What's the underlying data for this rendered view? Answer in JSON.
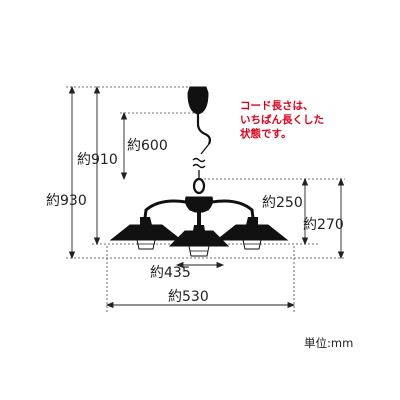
{
  "labels": {
    "h600": "約600",
    "h910": "約910",
    "h930": "約930",
    "h250": "約250",
    "h270": "約270",
    "h435": "約435",
    "w530": "約530"
  },
  "note": "コード長さは、\nいちばん長くした\n状態です。",
  "unit": "単位:mm",
  "colors": {
    "line": "#222222",
    "dashed": "#444444",
    "note": "#e0001a"
  }
}
